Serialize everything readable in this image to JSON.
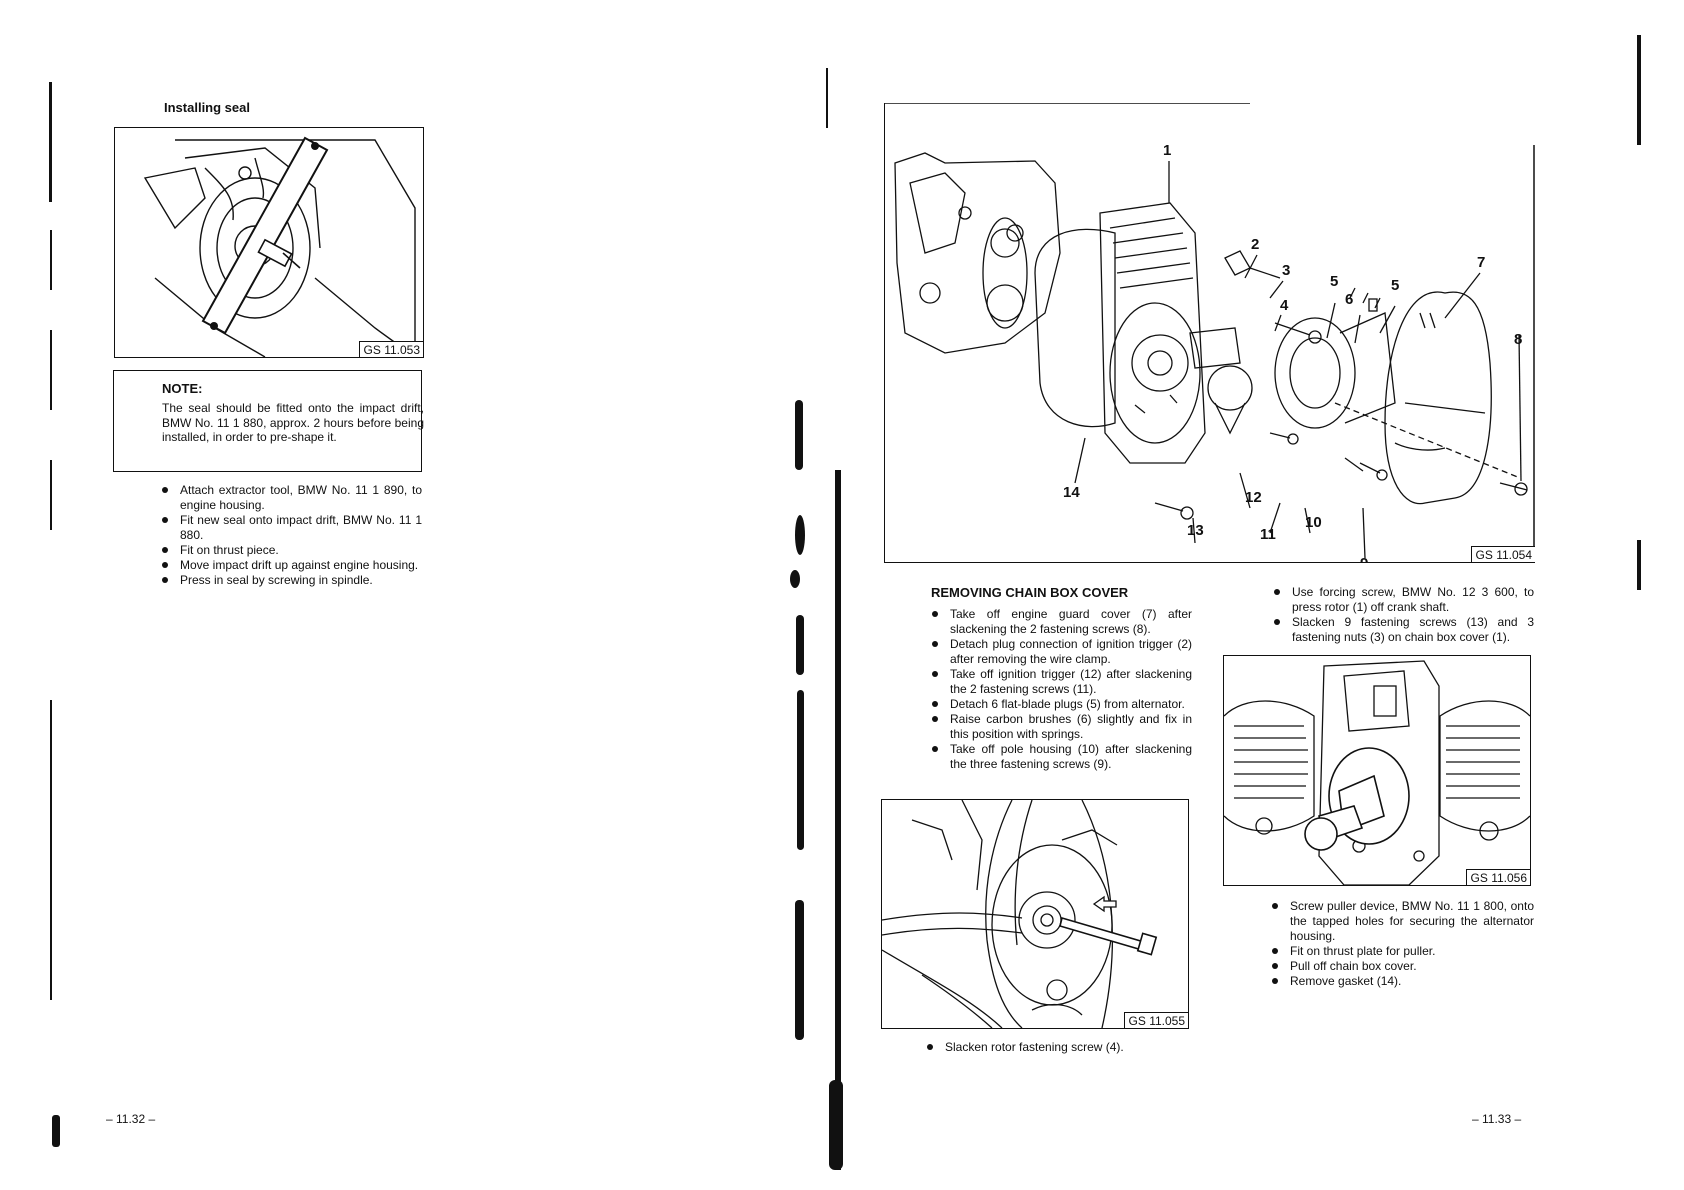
{
  "left_page": {
    "heading": "Installing seal",
    "figure_label": "GS 11.053",
    "note": {
      "title": "NOTE:",
      "text": "The seal should be fitted onto the impact drift, BMW No. 11 1 880, approx. 2 hours before being installed, in order to pre-shape it."
    },
    "bullets": [
      "Attach extractor tool, BMW No. 11 1 890, to engine housing.",
      "Fit new seal onto impact drift, BMW No. 11 1 880.",
      "Fit on thrust piece.",
      "Move impact drift up against engine housing.",
      "Press in seal by screwing in spindle."
    ],
    "page_number": "– 11.32 –"
  },
  "right_page": {
    "main_figure": {
      "label": "GS 11.054",
      "callouts": [
        "1",
        "2",
        "3",
        "4",
        "5",
        "6",
        "5",
        "7",
        "8",
        "14",
        "12",
        "13",
        "11",
        "10",
        "9"
      ]
    },
    "section_heading": "REMOVING CHAIN BOX COVER",
    "left_bullets": [
      "Take off engine guard cover (7) after slackening the 2 fastening screws (8).",
      "Detach plug connection of ignition trigger (2) after removing the wire clamp.",
      "Take off ignition trigger (12) after slackening the 2 fastening screws (11).",
      "Detach 6 flat-blade plugs (5) from alternator.",
      "Raise carbon brushes (6) slightly and fix in this position with springs.",
      "Take off pole housing (10) after slackening the three fastening screws (9)."
    ],
    "figure_055_label": "GS 11.055",
    "figure_055_bullets": [
      "Slacken rotor fastening screw (4)."
    ],
    "right_top_bullets": [
      "Use forcing screw, BMW No. 12 3 600, to press rotor (1) off crank shaft.",
      "Slacken 9 fastening screws (13) and 3 fastening nuts (3) on chain box cover (1)."
    ],
    "figure_056_label": "GS 11.056",
    "right_bottom_bullets": [
      "Screw puller device, BMW No. 11 1 800, onto the tapped holes for securing the alternator housing.",
      "Fit on thrust plate for puller.",
      "Pull off chain box cover.",
      "Remove gasket (14)."
    ],
    "page_number": "– 11.33 –"
  }
}
